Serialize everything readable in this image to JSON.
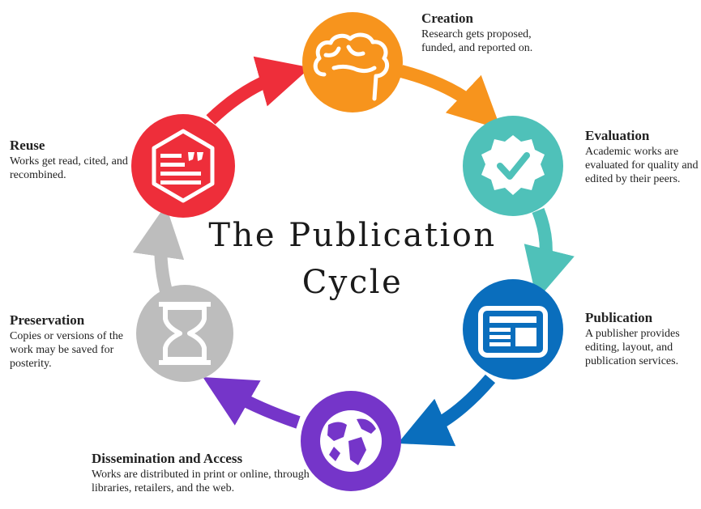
{
  "title": {
    "line1": "The Publication",
    "line2": "Cycle"
  },
  "stages": {
    "creation": {
      "label": "Creation",
      "description": "Research gets proposed, funded, and reported on.",
      "color": "#f7941d",
      "icon": "brain-icon"
    },
    "evaluation": {
      "label": "Evaluation",
      "description": "Academic works are evaluated for quality and edited by their peers.",
      "color": "#4fc1b9",
      "icon": "badge-check-icon"
    },
    "publication": {
      "label": "Publication",
      "description": "A publisher provides editing, layout, and publication services.",
      "color": "#0a6ebd",
      "icon": "newspaper-icon"
    },
    "dissemination": {
      "label": "Dissemination and Access",
      "description": "Works are distributed in print or online, through libraries, retailers, and the web.",
      "color": "#7535c9",
      "icon": "globe-icon"
    },
    "preservation": {
      "label": "Preservation",
      "description": "Copies or versions of the work may be saved for posterity.",
      "color": "#bdbdbd",
      "icon": "hourglass-icon"
    },
    "reuse": {
      "label": "Reuse",
      "description": "Works get read, cited, and recombined.",
      "color": "#ee2e3a",
      "icon": "quote-document-icon"
    }
  }
}
